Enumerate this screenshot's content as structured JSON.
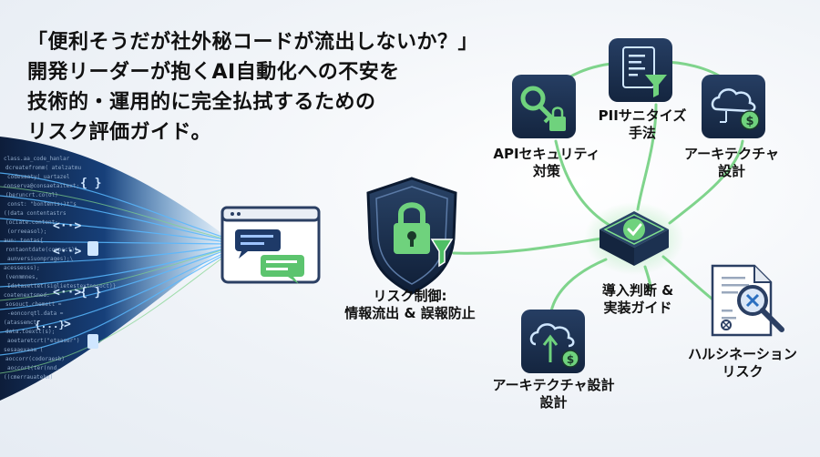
{
  "headline": {
    "line1": "「便利そうだが社外秘コードが流出しないか？」",
    "line2": "開発リーダーが抱くAI自動化への不安を",
    "line3": "技術的・運用的に完全払拭するための",
    "line4": "リスク評価ガイド。"
  },
  "shield_label": {
    "line1": "リスク制御:",
    "line2": "情報流出 & 誤報防止"
  },
  "nodes": {
    "api_security": {
      "line1": "APIセキュリティ",
      "line2": "対策"
    },
    "pii": {
      "line1": "PIIサニタイズ",
      "line2": "手法"
    },
    "architecture_top": {
      "line1": "アーキテクチャ",
      "line2": "設計"
    },
    "decision": {
      "line1": "導入判断 &",
      "line2": "実装ガイド"
    },
    "architecture_bottom": {
      "line1": "アーキテクチャ設計",
      "line2": "設計"
    },
    "hallucination": {
      "line1": "ハルシネーション",
      "line2": "リスク"
    }
  },
  "code_snippets": [
    "class.aa_code_hanlar",
    "dcreatefromm( atelzatmu",
    "codesaaty( uartazel",
    "conserva@consaetaitext;",
    "(beruncrt.co(ol)",
    "const: \"bontents:)t\"s",
    "((data contentastrs",
    "(ociate.content;",
    "(orreeasol);",
    "aun: tontas{",
    "rontaontdate(compect)},",
    "aunversiuonprages);\\",
    "acessesss);",
    "(venmmnes,",
    "Idatasettet(siglietestextnesoct)}",
    "coatenextsmed:",
    "sosouct.chemett =",
    "-eoncorqtl.data =",
    "(atassemct,",
    "data.toextt(s);",
    "aoetaretcrt(\"etaaser\")",
    "sesaaexaaa (",
    "aoccorr(codoraesb)",
    "aoccort(ter(nnd,",
    "((cmerrauatehn)"
  ],
  "colors": {
    "accent_green": "#5cc46e",
    "navy": "#1c2f4d",
    "line_green": "#7fd48c"
  },
  "icons": [
    "code-brace-icon",
    "chat-window-icon",
    "shield-lock-icon",
    "funnel-icon",
    "key-lock-icon",
    "document-filter-icon",
    "cloud-dollar-icon",
    "check-cube-icon",
    "cloud-upload-dollar-icon",
    "document-magnifier-icon"
  ]
}
